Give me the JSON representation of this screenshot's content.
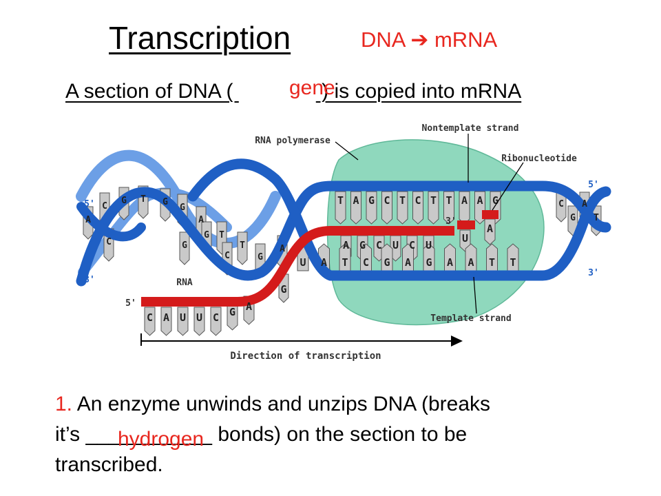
{
  "title": "Transcription",
  "subtitle": "DNA ➔ mRNA",
  "section_sentence": {
    "before": "A section of DNA ( ",
    "after": " ) is copied into mRNA",
    "answer": "gene"
  },
  "diagram": {
    "labels": {
      "rna_polymerase": "RNA polymerase",
      "nontemplate_strand": "Nontemplate strand",
      "ribonucleotide": "Ribonucleotide",
      "template_strand": "Template strand",
      "rna": "RNA",
      "direction": "Direction of transcription",
      "five_prime": "5'",
      "three_prime": "3'"
    },
    "nontemplate_bases": [
      "T",
      "A",
      "G",
      "C",
      "T",
      "C",
      "T",
      "T",
      "A",
      "A",
      "G"
    ],
    "rna_bases_in_bubble": [
      "A",
      "G",
      "C",
      "U",
      "C",
      "U"
    ],
    "rna_3prime_base": "U",
    "template_bases": [
      "U",
      "A",
      "T",
      "C",
      "G",
      "A",
      "G",
      "A",
      "A",
      "T",
      "T"
    ],
    "incoming_ribonucleotide": "A",
    "rna_tail_bases": [
      "C",
      "A",
      "U",
      "U",
      "C",
      "G",
      "A"
    ],
    "left_helix_bases": [
      "A",
      "C",
      "G",
      "T",
      "G",
      "G",
      "A",
      "T",
      "T",
      "G",
      "A",
      "C",
      "G",
      "G",
      "C"
    ],
    "right_helix_bases": [
      "C",
      "G",
      "A",
      "T"
    ],
    "colors": {
      "dna_strand": "#1f5fc4",
      "dna_strand_light": "#6c9fe6",
      "rna_strand": "#d41b1b",
      "polymerase": "#8fd8bd",
      "base_fill": "#c9c9c9"
    }
  },
  "step": {
    "number": "1.",
    "line1": " An enzyme unwinds and unzips DNA (breaks",
    "line2": "it’s ___________  bonds) on the section to be",
    "line3": "transcribed.",
    "answer": "hydrogen"
  }
}
